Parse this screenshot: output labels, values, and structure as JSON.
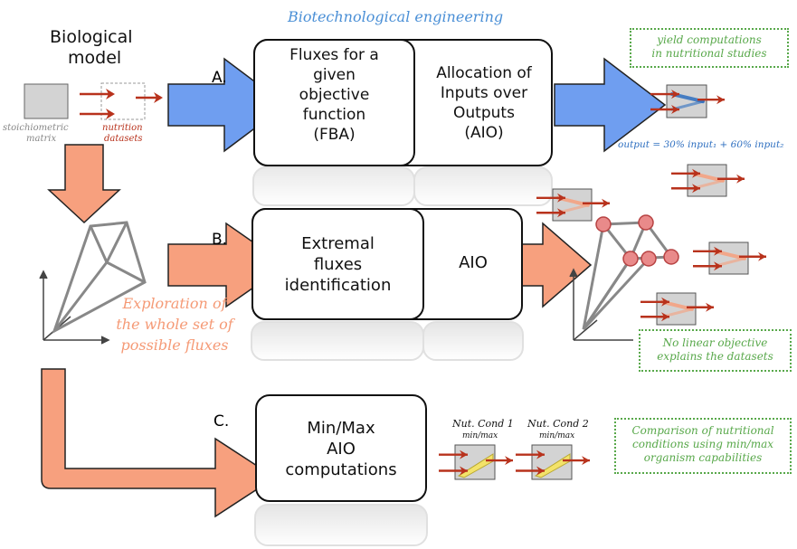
{
  "title": "Biotechnological engineering",
  "model": {
    "heading_line1": "Biological",
    "heading_line2": "model",
    "matrix_line1": "stoichiometric",
    "matrix_line2": "matrix",
    "datasets_line1": "nutrition",
    "datasets_line2": "datasets"
  },
  "row_a": {
    "letter": "A.",
    "inner_box_lines": [
      "Fluxes for a",
      "given",
      "objective",
      "function",
      "(FBA)"
    ],
    "outer_box_lines": [
      "Allocation of",
      "Inputs over",
      "Outputs",
      "(AIO)"
    ],
    "note_lines": [
      "yield computations",
      "in nutritional studies"
    ],
    "output_formula": "output = 30% input₁ + 60% input₂"
  },
  "row_b": {
    "letter": "B.",
    "inner_box_lines": [
      "Extremal",
      "fluxes",
      "identification"
    ],
    "outer_box_label": "AIO",
    "exploration_lines": [
      "Exploration of",
      "the whole set of",
      "possible fluxes"
    ],
    "note_lines": [
      "No linear objective",
      "explains the datasets"
    ]
  },
  "row_c": {
    "letter": "C.",
    "box_lines": [
      "Min/Max",
      "AIO",
      "computations"
    ],
    "cond1_label": "Nut. Cond 1",
    "cond1_sub": "min/max",
    "cond2_label": "Nut. Cond 2",
    "cond2_sub": "min/max",
    "note_lines": [
      "Comparison of nutritional",
      "conditions using min/max",
      "organism capabilities"
    ]
  },
  "colors": {
    "blue_arrow": "#6f9ef0",
    "orange_arrow": "#f7a07e",
    "red_arrow": "#b8321c",
    "green_note": "#58a84a",
    "title_blue": "#4a8fd6",
    "formula_blue": "#2e6fc0",
    "orange_text": "#f59a76",
    "yellow_band": "#f3e36a"
  }
}
